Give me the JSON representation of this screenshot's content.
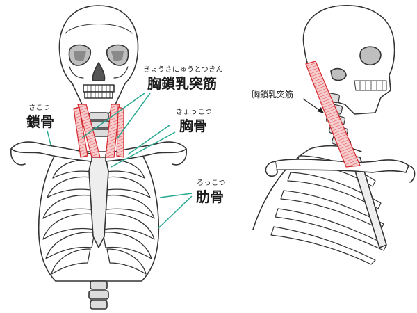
{
  "labels": {
    "scm_ruby": "きょうさにゅうとつきん",
    "scm": "胸鎖乳突筋",
    "clavicle_ruby": "さこつ",
    "clavicle": "鎖骨",
    "sternum_ruby": "きょうこつ",
    "sternum": "胸骨",
    "ribs_ruby": "ろっこつ",
    "ribs": "肋骨",
    "side_scm": "胸鎖乳突筋"
  },
  "colors": {
    "leader": "#27a88f",
    "muscle": "#f2b8b8",
    "muscle_line": "#d6282f",
    "bone": "#ffffff",
    "bone_outline": "#333333",
    "shadow": "#cfcfcf"
  }
}
